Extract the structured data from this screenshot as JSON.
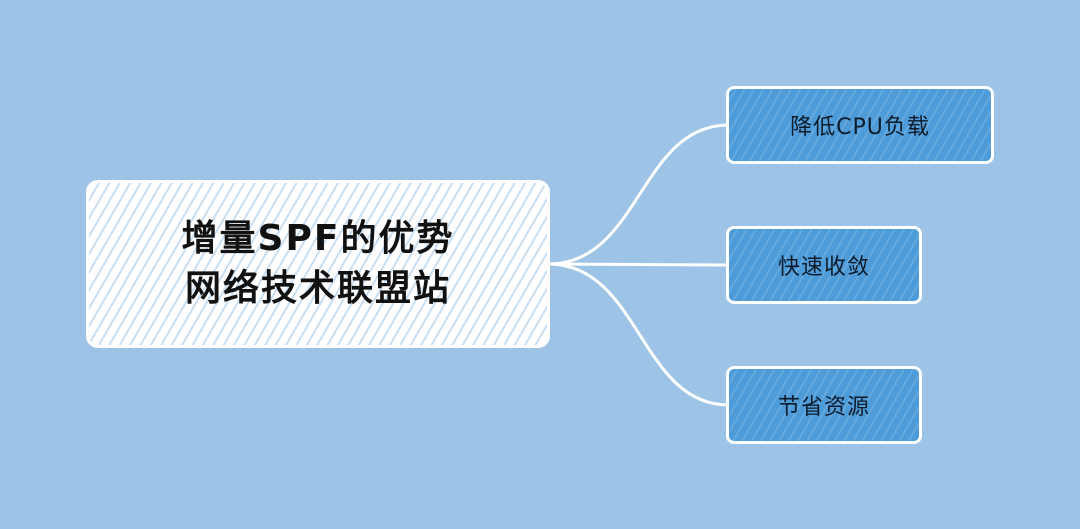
{
  "diagram": {
    "root": {
      "line1": "增量SPF的优势",
      "line2": "网络技术联盟站"
    },
    "children": [
      {
        "label": "降低CPU负载"
      },
      {
        "label": "快速收敛"
      },
      {
        "label": "节省资源"
      }
    ]
  },
  "colors": {
    "background": "#9dc3e6",
    "root_fill": "#ffffff",
    "child_fill": "#4d9bd8",
    "connector": "#ffffff"
  }
}
